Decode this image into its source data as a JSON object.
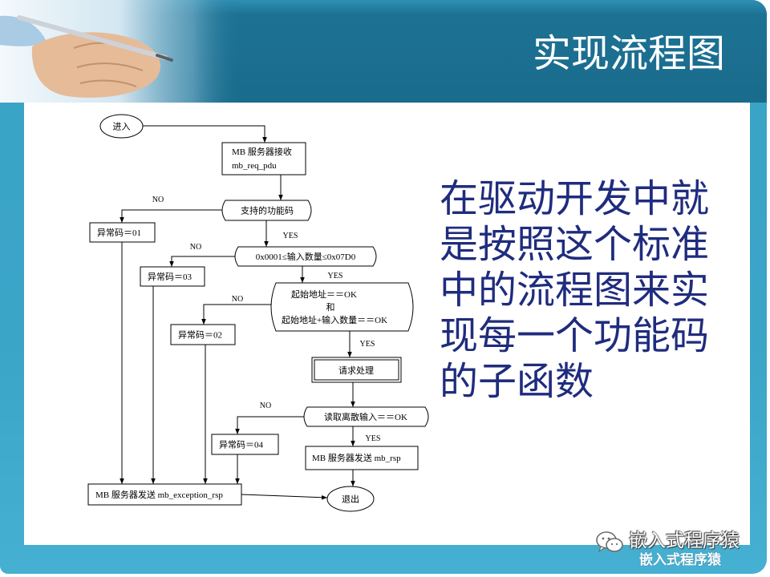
{
  "slide": {
    "title": "实现流程图",
    "body_lines": [
      "在驱动开发中就",
      "是按照这个标准",
      "中的流程图来实",
      "现每一个功能码",
      "的子函数"
    ]
  },
  "flowchart": {
    "start": "进入",
    "receive": [
      "MB 服务器接收",
      "mb_req_pdu"
    ],
    "supported_function": {
      "label": "支持的功能码",
      "no": "NO",
      "yes": "YES"
    },
    "quantity_check": {
      "label": "0x0001≤输入数量≤0x07D0",
      "no": "NO",
      "yes": "YES"
    },
    "address_check": {
      "lines": [
        "起始地址＝＝OK",
        "和",
        "起始地址+输入数量＝＝OK"
      ],
      "no": "NO",
      "yes": "YES"
    },
    "process_request": "请求处理",
    "read_inputs": {
      "label": "读取离散输入＝＝OK",
      "no": "NO",
      "yes": "YES"
    },
    "send_response": "MB 服务器发送 mb_rsp",
    "send_exception": "MB 服务器发送 mb_exception_rsp",
    "end": "退出",
    "exception_codes": [
      "异常码＝01",
      "异常码＝03",
      "异常码＝02",
      "异常码＝04"
    ]
  },
  "watermark": {
    "icon": "wechat-icon",
    "primary": "嵌入式程序猿",
    "secondary": "嵌入式程序猿"
  },
  "colors": {
    "header": "#1d7294",
    "frame": "#3ba5c8",
    "title_text": "#ffffff",
    "body_text": "#1f2c7e",
    "flow_line": "#000000"
  }
}
